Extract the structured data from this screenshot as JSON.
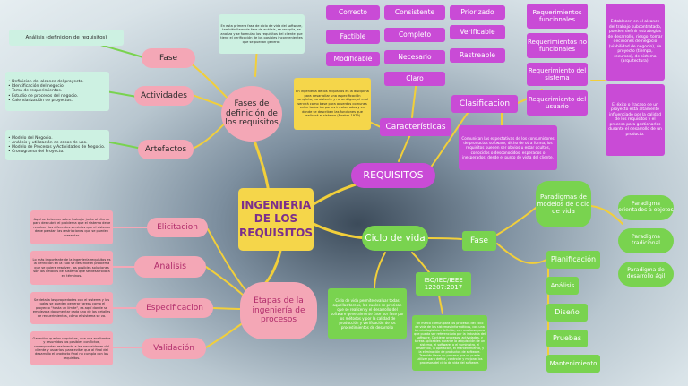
{
  "colors": {
    "magenta": "#c94bd6",
    "yellow": "#f5d64a",
    "green": "#79d34f",
    "pink": "#f4a7b6",
    "mint": "#cdf1e2",
    "line_yellow": "#f2cf3a"
  },
  "center": {
    "label": "INGENIERIA DE LOS REQUISITOS"
  },
  "requisitos": {
    "label": "REQUISITOS",
    "caracteristicas": {
      "label": "Características",
      "definition": "En ingeniería de los requisitos es la disciplina para desarrollar una especificación completa, consistente y no ambigua, el cual servirá como base para acuerdos comunes entre todas las partes involucradas y en donde se describen las funciones que realizará el sistema (Boehm 1979)",
      "items": [
        "Correcto",
        "Consistente",
        "Priorizado",
        "Factible",
        "Completo",
        "Verificable",
        "Modificable",
        "Necesario",
        "Rastreable",
        "Claro"
      ]
    },
    "clasificacion": {
      "label": "Clasificacion",
      "description": "Comunican las expectativas de los consumidores de productos software, dicho de otra forma, los requisitos pueden ser obvios u estar ocultos, conocidos o desconocidos, esperados o inesperados, desde el punto de vista del cliente.",
      "types": [
        "Requerimientos funcionales",
        "Requerimientos no funcionales",
        "Requerimiento del sistema",
        "Requerimiento del usuario"
      ],
      "notes": [
        "Establecen en el alcance del trabajo subcontratado, pueden definir estrategias de desarrollo, riesgo, tomar decisiones de negocio (viabilidad de negocio), de proyecto (tiempo, recursos), de sistema (arquitectura).",
        "El éxito o fracaso de un proyecto está altamente influenciado por la calidad de los requisitos y el proceso para gestionarlos durante el desarrollo de un producto."
      ]
    }
  },
  "fases": {
    "label": "Fases de definición de los requisitos",
    "description": "En esta primera fase de ciclo de vida del software, también llamada fase de análisis, se recopila, se analiza y se formulan los requisitos del cliente que tiene el verificación de los posibles inconvenientes que se puedan generar.",
    "fase": {
      "label": "Fase",
      "detail": "Análisis (definicion de requisitos)"
    },
    "actividades": {
      "label": "Actividades",
      "detail": "• Definicion del alcance del proyecto.\n• Identificación del negocio.\n• Toma de requerimientos.\n• Estudio de procesos del negocio.\n• Calendarización de proyectos."
    },
    "artefactos": {
      "label": "Artefactos",
      "detail": "• Modelo del Negocio.\n• Análisis y utilización de casos de uso.\n• Modelo de Procesos y Actividades de Negocio.\n• Cronograma del Proyecto."
    }
  },
  "etapas": {
    "label": "Etapas de la ingeniería de procesos",
    "items": [
      {
        "label": "Elicitacion",
        "detail": "Aquí se detectan sobre trabajar junto al cliente para descubrir el problema que el sistema debe resolver, los diferentes servicios que el sistema debe prestar, las restricciones que se pueden presentar."
      },
      {
        "label": "Analisis",
        "detail": "Lo más importante de la ingeniería requisitos es la definición en la cual se describe el problema que se quiere resolver, las posibles soluciones son los detalles del sistema que se desarrollará en términos."
      },
      {
        "label": "Especificacion",
        "detail": "Se detalla las propiedades con el sistema y las cuales se pueden generar tareas como el proyecto \"hasta un límite\", es aquí donde se empieza a documentar cada uno de los detalles de requerimientos, cómo el sistema se va."
      },
      {
        "label": "Validación",
        "detail": "Garantiza que los requisitos, una vez analizados y resumidos los posibles conflictos, correspondan realmente a las necesidades del cliente y usuarios, para evitar que al final del desarrollo el producto final no cumpla con los requisitos."
      }
    ]
  },
  "ciclo": {
    "label": "Ciclo de vida",
    "definition": "Ciclo de vida permite evaluar todas aquellas tareas, las cuales se precisan que se realicen y el desarrollo del software generalmente fase por fase por los métodos y por la calidad de producción y verificación de los procedimientos de desarrollo",
    "iso": {
      "label": "ISO/IEC/IEEE 12207:2017",
      "detail": "Un marco común para los procesos del ciclo de vida de los sistemas informáticos, con una terminología bien definida, con una base para que pueda ser referenciada por la industria del software. Contiene procesos, actividades, y tareas aplicables durante la adquisición de un sistema, el software, o el suministro, el desarrollo, la operación, el mantenimiento, y la eliminación de productos de software. También tiene un proceso que se puede utilizar para definir, controlar y mejorar los procesos del ciclo de vida del software."
    },
    "fase": {
      "label": "Fase",
      "paradigmas": {
        "label": "Paradigmas de modelos de ciclo de vida",
        "items": [
          "Paradigma orientados a objetos",
          "Paradigma tradicional",
          "Paradigma de desarrollo ágil"
        ]
      },
      "stages": [
        "Planificación",
        "Análisis",
        "Diseño",
        "Pruebas",
        "Mantenimiento"
      ]
    }
  }
}
